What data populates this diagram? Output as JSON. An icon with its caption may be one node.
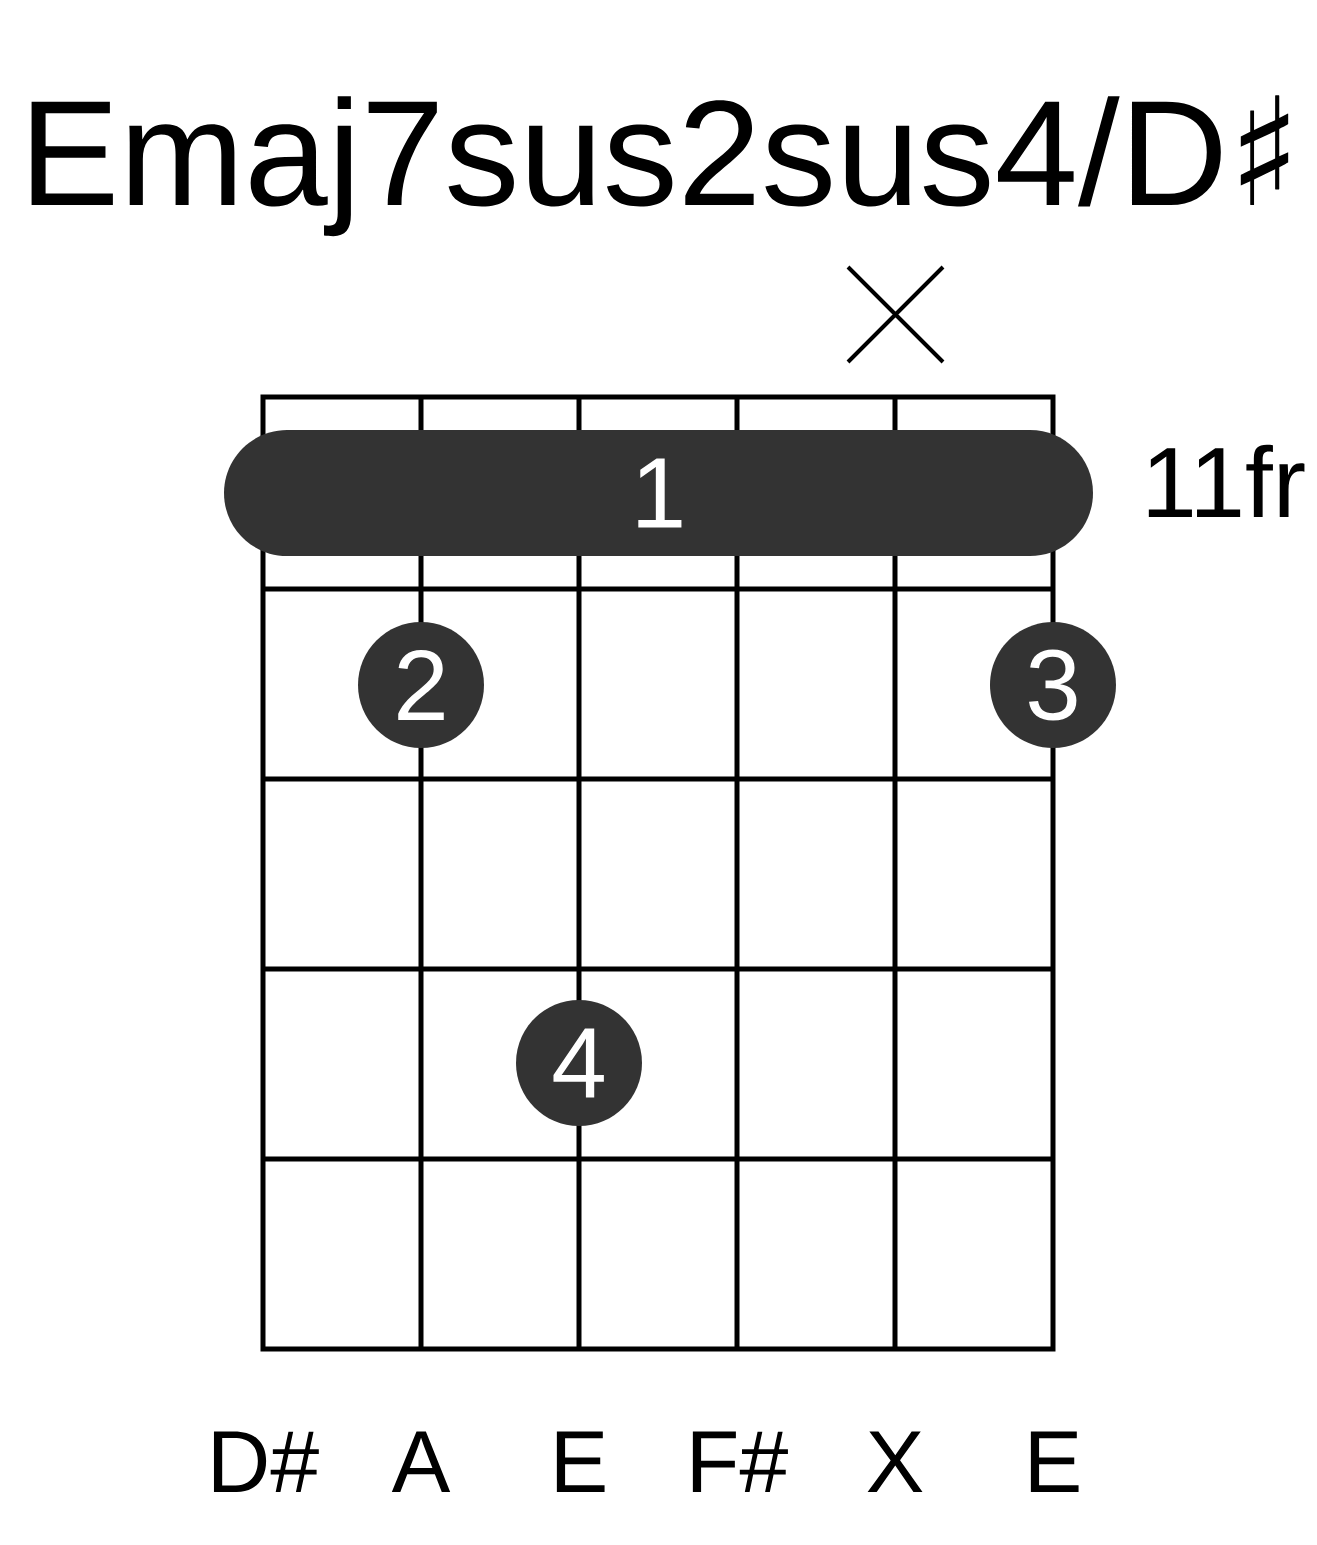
{
  "diagram": {
    "title": "Emaj7sus2sus4/D♯",
    "nodes": [
      {
        "text": [
          "1"
        ]
      },
      {
        "text": [
          "2"
        ]
      },
      {
        "text": [
          "3"
        ]
      },
      {
        "text": [
          "4"
        ]
      }
    ],
    "labels": [
      "11fr",
      "D#",
      "A",
      "E",
      "F#",
      "X",
      "E"
    ]
  }
}
